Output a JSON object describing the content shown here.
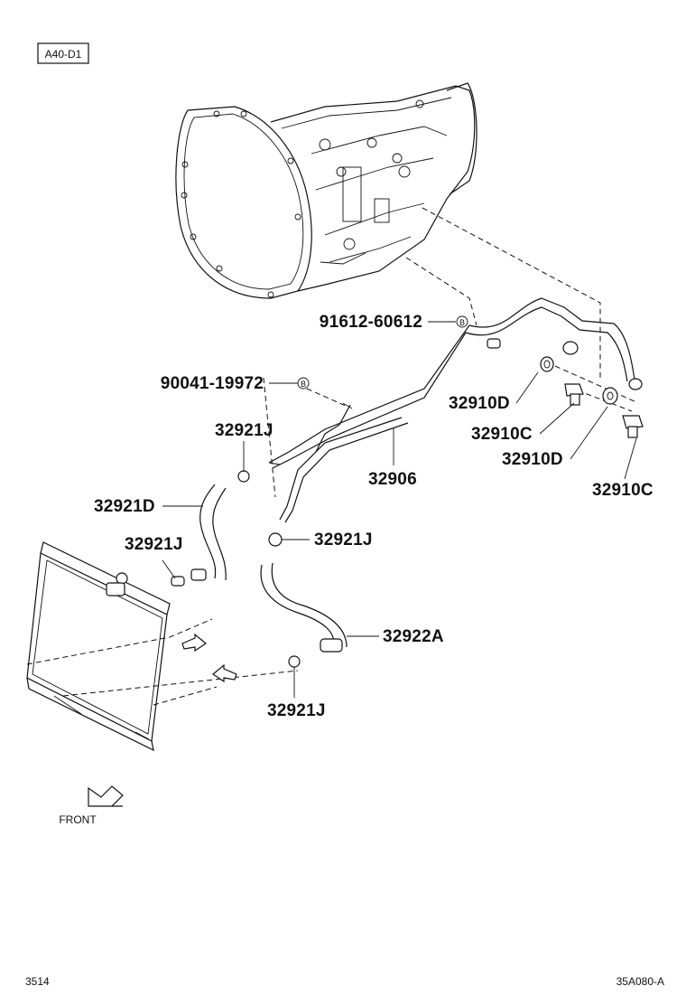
{
  "header": {
    "code_box": "A40-D1"
  },
  "callouts": {
    "p91612": "91612-60612",
    "p90041": "90041-19972",
    "p32910D_a": "32910D",
    "p32910C_a": "32910C",
    "p32910D_b": "32910D",
    "p32910C_b": "32910C",
    "p32921J_a": "32921J",
    "p32906": "32906",
    "p32921D": "32921D",
    "p32921J_b": "32921J",
    "p32921J_c": "32921J",
    "p32922A": "32922A",
    "p32921J_d": "32921J"
  },
  "markers": {
    "b1": "B",
    "b2": "B"
  },
  "direction": {
    "front_label": "FRONT"
  },
  "footer": {
    "page_number": "3514",
    "drawing_id": "35A080-A"
  }
}
